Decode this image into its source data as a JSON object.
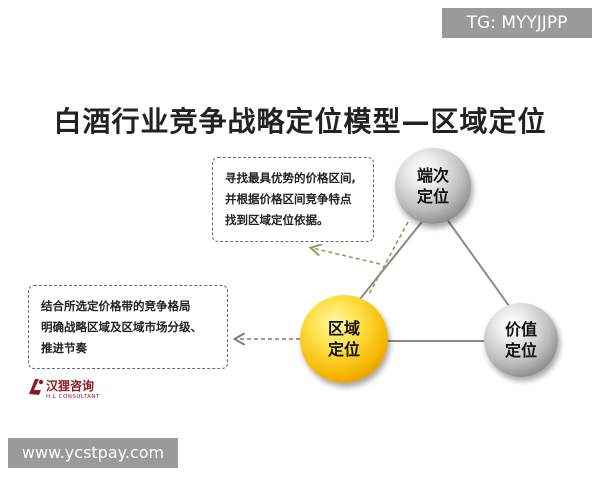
{
  "watermarks": {
    "top": "TG: MYYJJPP",
    "bottom": "www.ycstpay.com"
  },
  "title": "白酒行业竞争战略定位模型—区域定位",
  "nodes": [
    {
      "line1": "端次",
      "line2": "定位",
      "style": "silver"
    },
    {
      "line1": "区域",
      "line2": "定位",
      "style": "gold"
    },
    {
      "line1": "价值",
      "line2": "定位",
      "style": "silver"
    }
  ],
  "callouts": [
    {
      "lines": [
        "寻找最具优势的价格区间,",
        "并根据价格区间竞争特点",
        "找到区域定位依据。"
      ]
    },
    {
      "lines": [
        "结合所选定价格带的竞争格局",
        "明确战略区域及区域市场分级、",
        "推进节奏"
      ]
    }
  ],
  "logo": {
    "name": "汉狸咨询",
    "sub": "H.L CONSULTANT"
  },
  "colors": {
    "gold": "#f5b800",
    "silver": "#bdbdbd",
    "brand": "#8c1c24",
    "connector": "#8a8a8a",
    "dashed_arrow": "#8a9a5b"
  }
}
